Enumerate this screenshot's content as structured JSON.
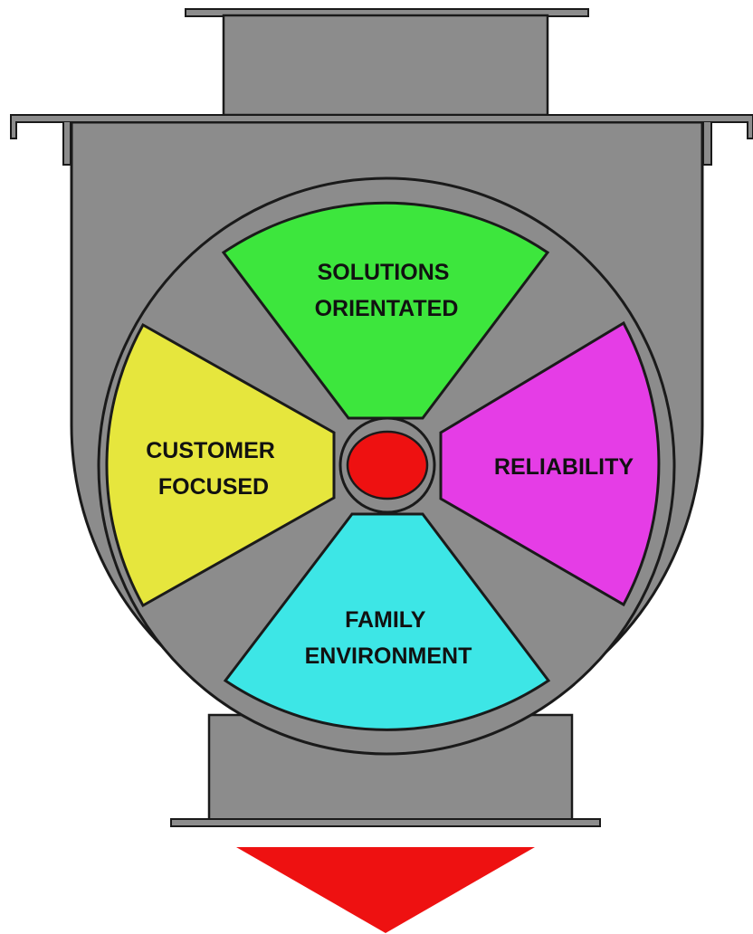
{
  "diagram": {
    "segments": [
      {
        "id": "solutions",
        "lines": [
          "SOLUTIONS",
          "ORIENTATED"
        ],
        "color": "#3de63d"
      },
      {
        "id": "reliability",
        "lines": [
          "RELIABILITY"
        ],
        "color": "#e53de6"
      },
      {
        "id": "family",
        "lines": [
          "FAMILY",
          "ENVIRONMENT"
        ],
        "color": "#3de6e6"
      },
      {
        "id": "customer",
        "lines": [
          "CUSTOMER",
          "FOCUSED"
        ],
        "color": "#e6e63d"
      }
    ],
    "colors": {
      "body": "#8c8c8c",
      "outline": "#1a1a1a",
      "hub": "#ee1111",
      "arrow": "#ee1111"
    }
  }
}
